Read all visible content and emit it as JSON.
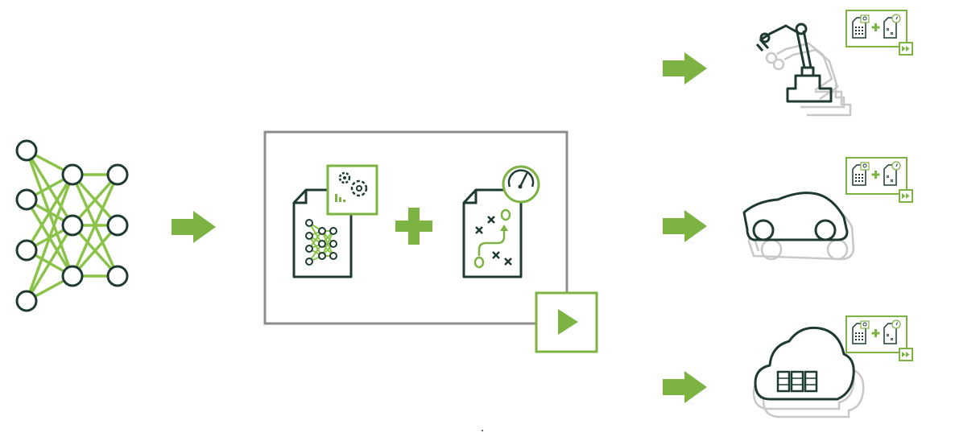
{
  "colors": {
    "green": "#7cb342",
    "green_light": "#8bc34a",
    "dark": "#1f3a33",
    "gray_frame": "#8c8c8c",
    "gray_shadow": "#c8c8c8"
  },
  "icons": {
    "network": "neural-network-icon",
    "model": "model-file-icon",
    "settings": "gears-chart-icon",
    "plus": "plus-icon",
    "runtime": "runtime-strategy-file-icon",
    "gauge": "speedometer-icon",
    "play": "play-button-icon",
    "arrow": "right-arrow-icon",
    "robot": "robotic-arm-icon",
    "car": "car-icon",
    "cloud": "cloud-server-icon",
    "bundle": "deployment-bundle-icon",
    "fastforward": "fast-forward-icon"
  },
  "targets": [
    "robotics",
    "automotive",
    "cloud"
  ]
}
